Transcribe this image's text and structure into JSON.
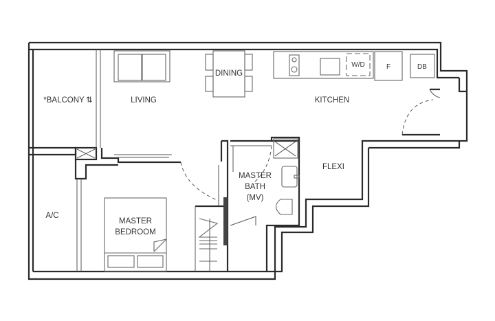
{
  "plan": {
    "rooms": {
      "balcony": "*BALCONY",
      "living": "LIVING",
      "dining": "DINING",
      "kitchen": "KITCHEN",
      "flexi": "FLEXI",
      "master_bath": [
        "MASTER",
        "BATH",
        "(MV)"
      ],
      "ac": "A/C",
      "master_bedroom": [
        "MASTER",
        "BEDROOM"
      ]
    },
    "fixtures": {
      "washer_dryer": "W/D",
      "fridge": "F",
      "distribution_board": "DB"
    },
    "icons": [
      "up-down-arrows-icon",
      "stove-icon",
      "sink-icon",
      "toilet-icon",
      "basin-icon",
      "shower-icon"
    ]
  }
}
